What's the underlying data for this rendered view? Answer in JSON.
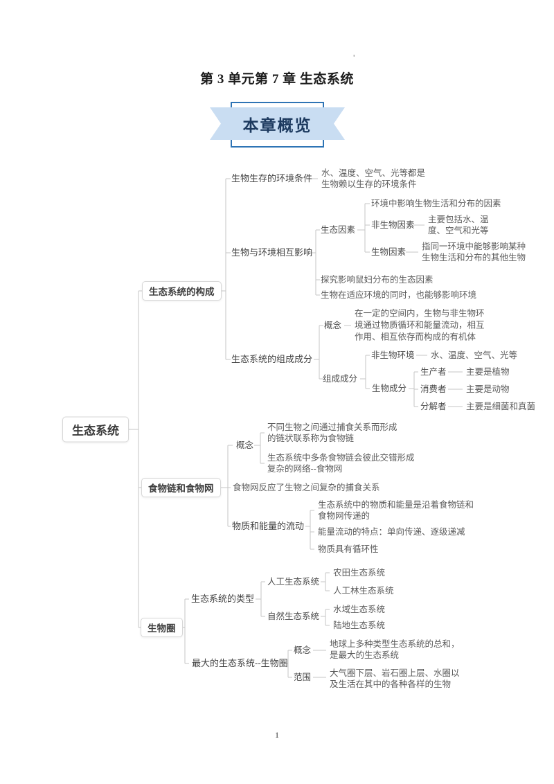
{
  "doc": {
    "title": "第 3 单元第 7 章  生态系统",
    "stray_mark": "'",
    "page_number": "1"
  },
  "banner": {
    "label": "本章概览",
    "fill_color": "#c9ddf2",
    "border_color": "#2e74b5",
    "text_color": "#1d3a5f"
  },
  "map": {
    "root": "生态系统",
    "construction": {
      "label": "生态系统的构成",
      "survival": {
        "label": "生物生存的环境条件",
        "detail": "水、温度、空气、光等都是\n生物赖以生存的环境条件"
      },
      "interaction": {
        "label": "生物与环境相互影响",
        "eco_factors": {
          "label": "生态因素",
          "definition": "环境中影响生物生活和分布的因素",
          "abiotic": {
            "label": "非生物因素",
            "detail": "主要包括水、温\n度、空气和光等"
          },
          "biotic": {
            "label": "生物因素",
            "detail": "指同一环境中能够影响某种\n生物生活和分布的其他生物"
          }
        },
        "explore": "探究影响鼠妇分布的生态因素",
        "adapt": "生物在适应环境的同时，也能够影响环境"
      },
      "components": {
        "label": "生态系统的组成成分",
        "concept": {
          "label": "概念",
          "detail": "在一定的空间内，生物与非生物环\n境通过物质循环和能量流动，相互\n作用、相互依存而构成的有机体"
        },
        "composition": {
          "label": "组成成分",
          "abiotic_env": {
            "label": "非生物环境",
            "detail": "水、温度、空气、光等"
          },
          "biotic_comp": {
            "label": "生物成分",
            "producer": {
              "label": "生产者",
              "detail": "主要是植物"
            },
            "consumer": {
              "label": "消费者",
              "detail": "主要是动物"
            },
            "decomposer": {
              "label": "分解者",
              "detail": "主要是细菌和真菌"
            }
          }
        }
      }
    },
    "food_chain": {
      "label": "食物链和食物网",
      "concept": {
        "label": "概念",
        "chain": "不同生物之间通过捕食关系而形成\n的链状联系称为食物链",
        "web": "生态系统中多条食物链会彼此交错形成\n复杂的网络--食物网"
      },
      "web_note": "食物网反应了生物之间复杂的捕食关系",
      "flow": {
        "label": "物质和能量的流动",
        "along": "生态系统中的物质和能量是沿着食物链和\n食物网传递的",
        "energy": "能量流动的特点：单向传递、逐级递减",
        "matter": "物质具有循环性"
      }
    },
    "biosphere": {
      "label": "生物圈",
      "types": {
        "label": "生态系统的类型",
        "artificial": {
          "label": "人工生态系统",
          "farmland": "农田生态系统",
          "plantation": "人工林生态系统"
        },
        "natural": {
          "label": "自然生态系统",
          "aquatic": "水域生态系统",
          "terrestrial": "陆地生态系统"
        }
      },
      "largest": {
        "label": "最大的生态系统--生物圈",
        "concept": {
          "label": "概念",
          "detail": "地球上多种类型生态系统的总和，\n是最大的生态系统"
        },
        "scope": {
          "label": "范围",
          "detail": "大气圈下层、岩石圈上层、水圈以\n及生活在其中的各种各样的生物"
        }
      }
    }
  },
  "colors": {
    "connector_line": "#c5c5c5",
    "node_border": "#d7d7d7",
    "body_text": "#565656"
  }
}
